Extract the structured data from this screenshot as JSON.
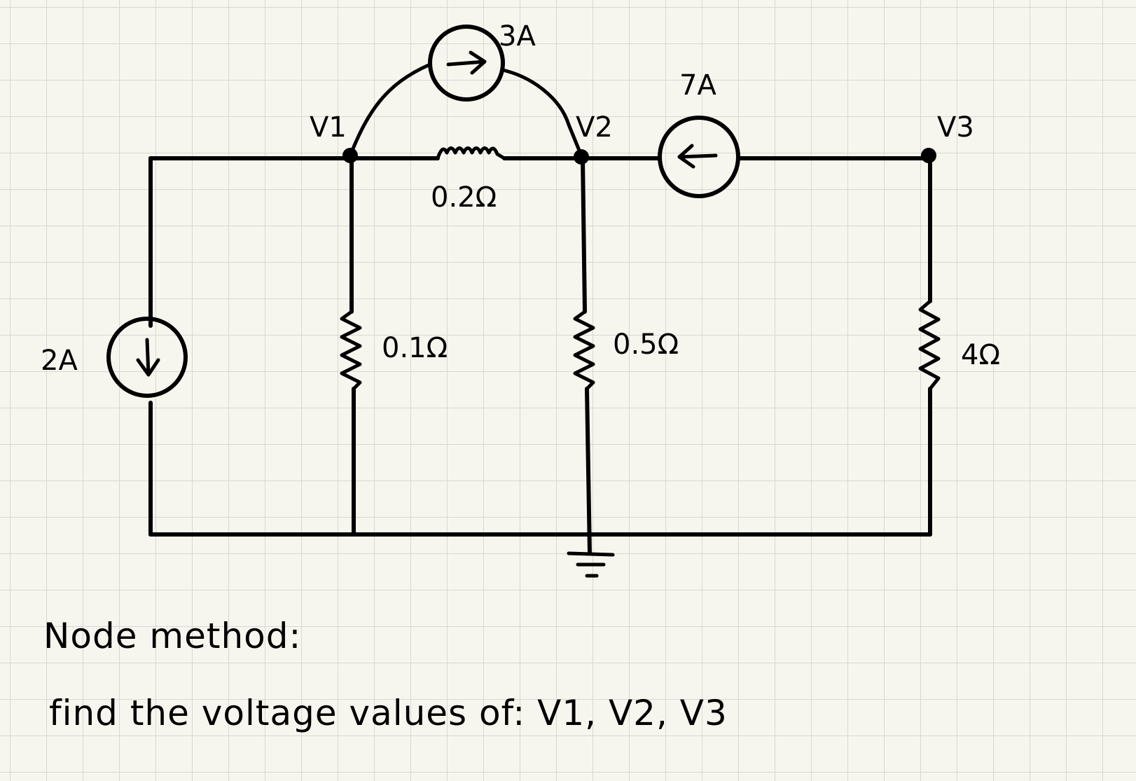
{
  "diagram": {
    "nodes": {
      "v1": "V1",
      "v2": "V2",
      "v3": "V3"
    },
    "sources": {
      "left": "2A",
      "top": "3A",
      "right": "7A"
    },
    "resistors": {
      "series": "0.2Ω",
      "r1": "0.1Ω",
      "r2": "0.5Ω",
      "r3": "4Ω"
    }
  },
  "notes": {
    "line1": "Node method:",
    "line2": "find the voltage values of: V1, V2, V3"
  },
  "colors": {
    "ink": "#000000",
    "paper": "#f7f6ee",
    "grid": "#d6d8d2"
  }
}
